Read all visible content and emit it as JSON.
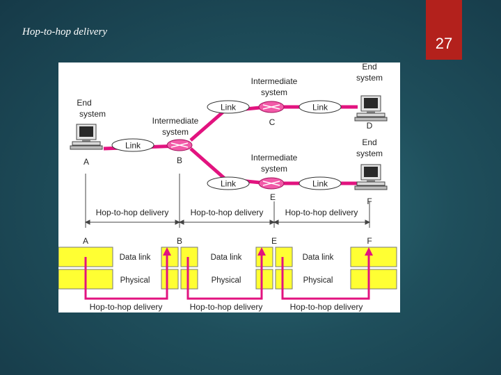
{
  "slide": {
    "title": "Hop-to-hop delivery",
    "page_number": "27"
  },
  "diagram": {
    "nodes": {
      "end_system_a": "End system",
      "end_system_d": "End system",
      "end_system_f": "End system",
      "intermediate_b": "Intermediate system",
      "intermediate_c": "Intermediate system",
      "intermediate_e": "Intermediate system"
    },
    "node_letters": {
      "a": "A",
      "b": "B",
      "c": "C",
      "d": "D",
      "e": "E",
      "f": "F"
    },
    "link_label": "Link",
    "hop_label": "Hop-to-hop delivery",
    "layers": {
      "data_link": "Data link",
      "physical": "Physical"
    },
    "colors": {
      "magenta": "#e2137f",
      "yellow": "#ffff33",
      "node_pink": "#f25aa8",
      "figure_bg": "#ffffff"
    }
  }
}
